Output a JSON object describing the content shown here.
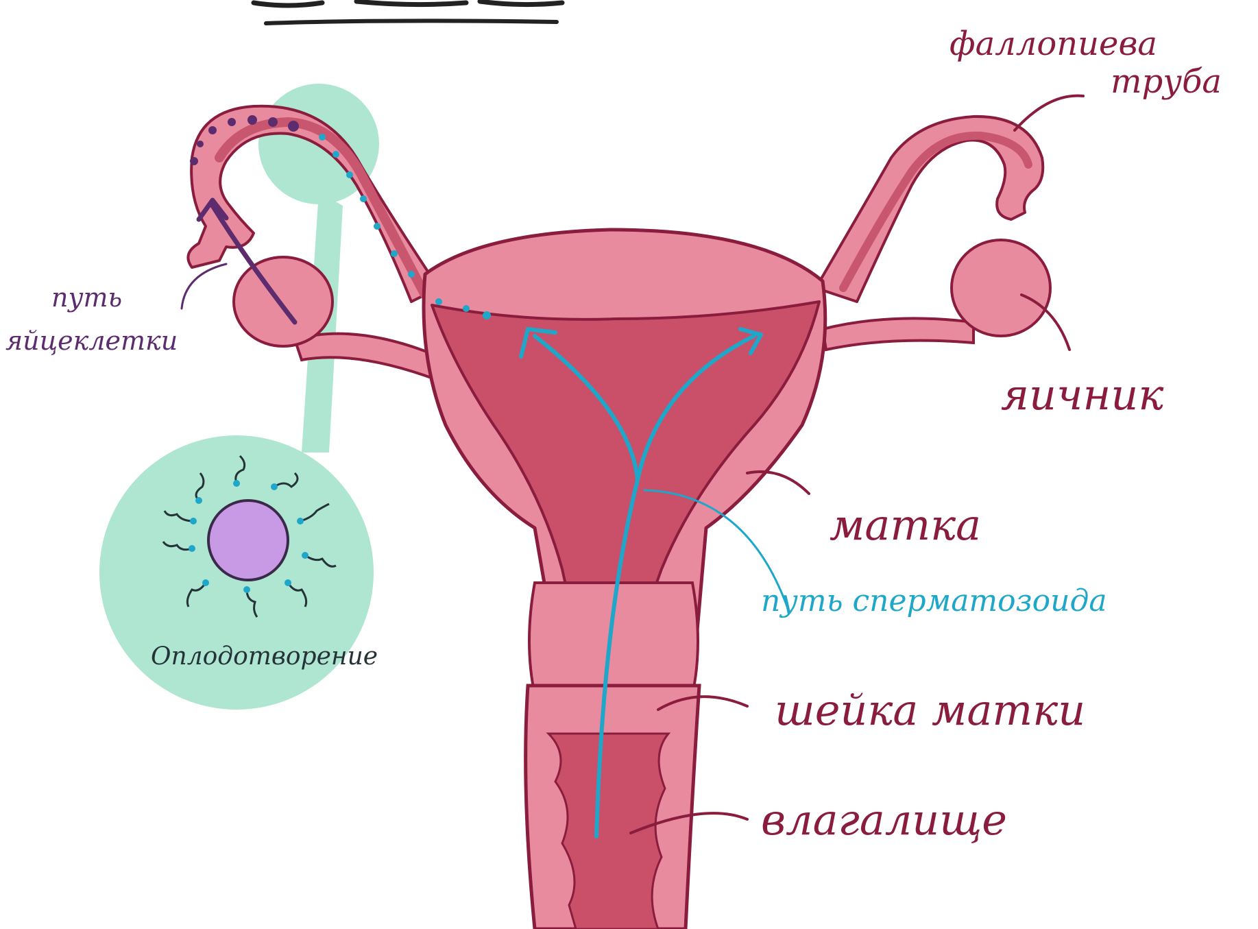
{
  "diagram": {
    "title": "",
    "labels": {
      "fallopian_tube": [
        "фаллопиева",
        "труба"
      ],
      "egg_path": [
        "путь",
        "яйцеклетки"
      ],
      "ovary": "яичник",
      "uterus": "матка",
      "sperm_path": "путь сперматозоида",
      "cervix": "шейка матки",
      "vagina": "влагалище",
      "fertilization": "Оплодотворение"
    },
    "colors": {
      "tissue": "#e98b9e",
      "tissue_dark": "#c9566f",
      "cavity": "#c95068",
      "outline": "#8a1c3e",
      "inset_circle": "#aee6d2",
      "egg_cell": "#c89ae6",
      "sperm_path": "#1ea7c9",
      "egg_path": "#5c2c6e",
      "label_maroon": "#8a1c3e",
      "label_cyan": "#1ea7c9",
      "label_purple": "#5c2c6e"
    }
  }
}
